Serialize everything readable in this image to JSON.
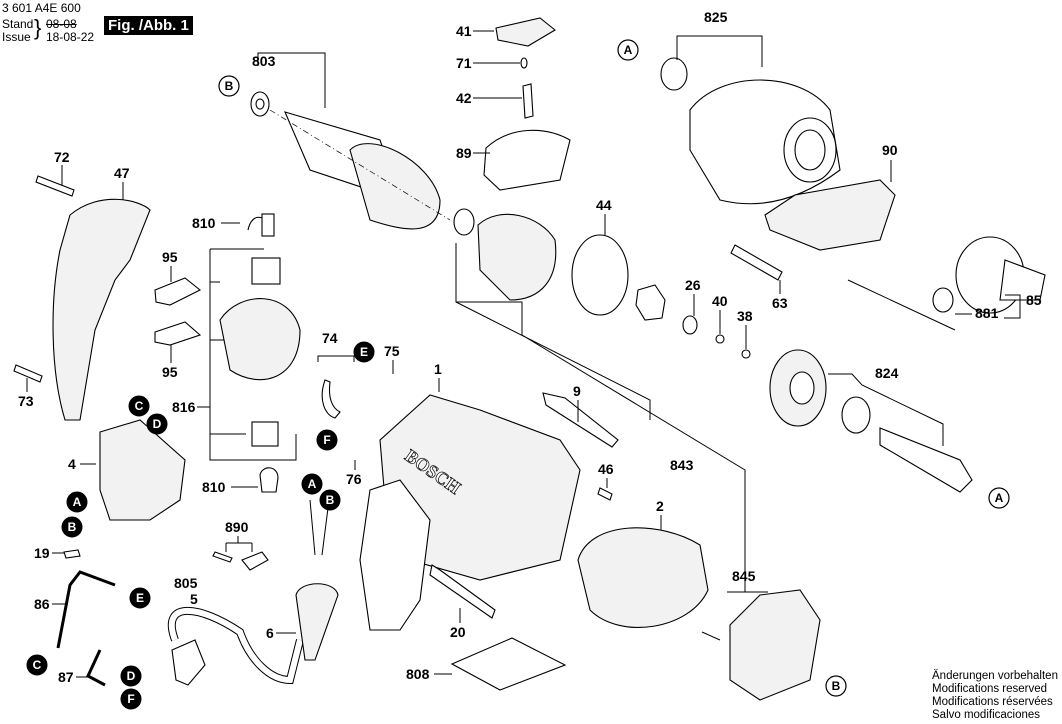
{
  "header": {
    "doc_number": "3 601 A4E 600",
    "stand_label": "Stand",
    "issue_label": "Issue",
    "old_date": "08-08",
    "new_date": "18-08-22",
    "figure_label": "Fig. /Abb. 1"
  },
  "footer": {
    "notes": [
      "Änderungen vorbehalten",
      "Modifications reserved",
      "Modifications réservées",
      "Salvo modificaciones"
    ]
  },
  "callouts": {
    "p803": "803",
    "p41": "41",
    "p71": "71",
    "p42": "42",
    "p89": "89",
    "p825": "825",
    "p90": "90",
    "p72": "72",
    "p47": "47",
    "p810a": "810",
    "p95a": "95",
    "p95b": "95",
    "p44": "44",
    "p26": "26",
    "p40": "40",
    "p38": "38",
    "p63": "63",
    "p881": "881",
    "p85": "85",
    "p73": "73",
    "p74": "74",
    "p75": "75",
    "p1": "1",
    "p9": "9",
    "p824": "824",
    "p816": "816",
    "p4": "4",
    "p76": "76",
    "p843": "843",
    "p46": "46",
    "p810b": "810",
    "p19": "19",
    "p890": "890",
    "p2": "2",
    "p805": "805",
    "p5": "5",
    "p6": "6",
    "p86": "86",
    "p845": "845",
    "p20": "20",
    "p87": "87",
    "p808": "808"
  },
  "connectors": {
    "A": "A",
    "B": "B",
    "C": "C",
    "D": "D",
    "E": "E",
    "F": "F"
  },
  "brand_on_housing": "BOSCH"
}
